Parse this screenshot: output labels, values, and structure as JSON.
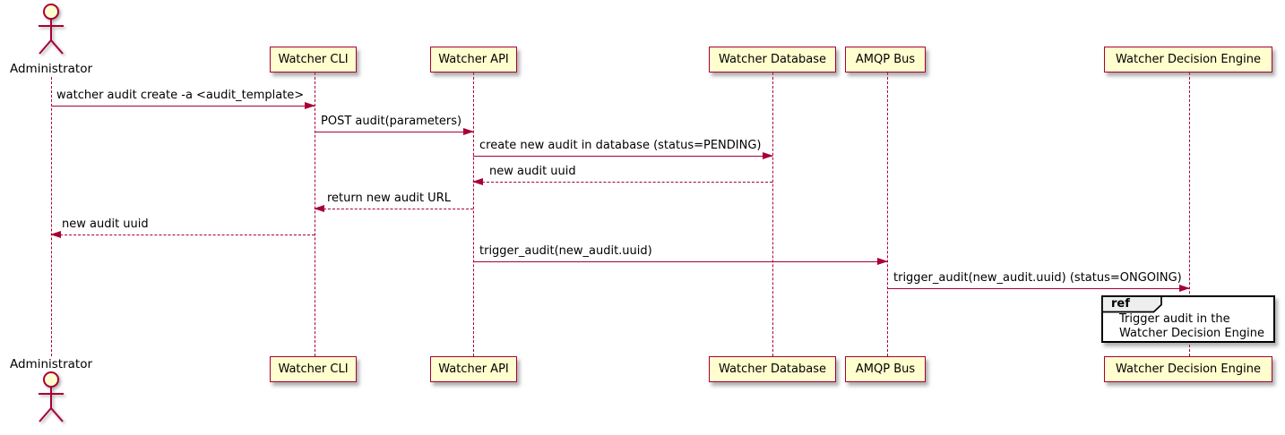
{
  "colors": {
    "accent": "#A80036",
    "participant_fill": "#FEFECE",
    "ref_header_fill": "#EEEEEE",
    "ref_border": "#000000",
    "background": "#FFFFFF"
  },
  "participants": [
    {
      "name": "Administrator",
      "type": "actor"
    },
    {
      "name": "Watcher CLI",
      "type": "participant"
    },
    {
      "name": "Watcher API",
      "type": "participant"
    },
    {
      "name": "Watcher Database",
      "type": "participant"
    },
    {
      "name": "AMQP Bus",
      "type": "participant"
    },
    {
      "name": "Watcher Decision Engine",
      "type": "participant"
    }
  ],
  "messages": [
    {
      "from": "Administrator",
      "to": "Watcher CLI",
      "label": "watcher audit create -a <audit_template>",
      "line": "solid",
      "direction": "right"
    },
    {
      "from": "Watcher CLI",
      "to": "Watcher API",
      "label": "POST audit(parameters)",
      "line": "solid",
      "direction": "right"
    },
    {
      "from": "Watcher API",
      "to": "Watcher Database",
      "label": "create new audit in database (status=PENDING)",
      "line": "solid",
      "direction": "right"
    },
    {
      "from": "Watcher Database",
      "to": "Watcher API",
      "label": "new audit uuid",
      "line": "dashed",
      "direction": "left"
    },
    {
      "from": "Watcher API",
      "to": "Watcher CLI",
      "label": "return new audit URL",
      "line": "dashed",
      "direction": "left"
    },
    {
      "from": "Watcher CLI",
      "to": "Administrator",
      "label": "new audit uuid",
      "line": "dashed",
      "direction": "left"
    },
    {
      "from": "Watcher API",
      "to": "AMQP Bus",
      "label": "trigger_audit(new_audit.uuid)",
      "line": "solid",
      "direction": "right"
    },
    {
      "from": "AMQP Bus",
      "to": "Watcher Decision Engine",
      "label": "trigger_audit(new_audit.uuid) (status=ONGOING)",
      "line": "solid",
      "direction": "right"
    }
  ],
  "ref": {
    "keyword": "ref",
    "line1": "Trigger audit in the",
    "line2": "Watcher Decision Engine"
  }
}
